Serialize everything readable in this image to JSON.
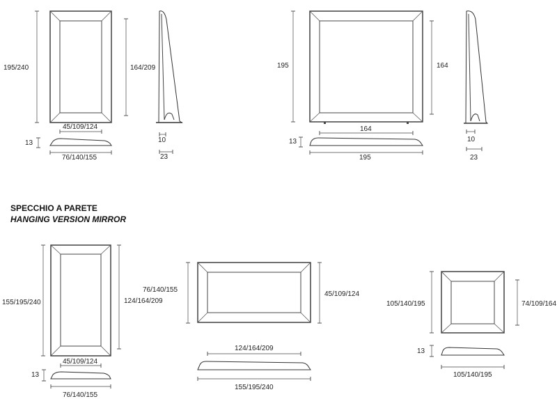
{
  "section": {
    "title": "SPECCHIO A PARETE",
    "subtitle": "HANGING VERSION MIRROR"
  },
  "dims": {
    "a_height": "195/240",
    "a_inner_height": "164/209",
    "a_inner_width": "45/109/124",
    "a_thickness": "13",
    "a_width": "76/140/155",
    "a_side_10": "10",
    "a_side_23": "23",
    "b_height": "195",
    "b_inner_height": "164",
    "b_inner_width": "164",
    "b_thickness": "13",
    "b_width": "195",
    "b_side_10": "10",
    "b_side_23": "23",
    "c_height": "155/195/240",
    "c_inner_height": "124/164/209",
    "c_inner_width": "45/109/124",
    "c_thickness": "13",
    "c_width": "76/140/155",
    "d_height": "76/140/155",
    "d_inner_height": "45/109/124",
    "d_inner_width": "124/164/209",
    "d_width": "155/195/240",
    "e_height": "105/140/195",
    "e_inner_height": "74/109/164",
    "e_thickness": "13",
    "e_width": "105/140/195"
  }
}
